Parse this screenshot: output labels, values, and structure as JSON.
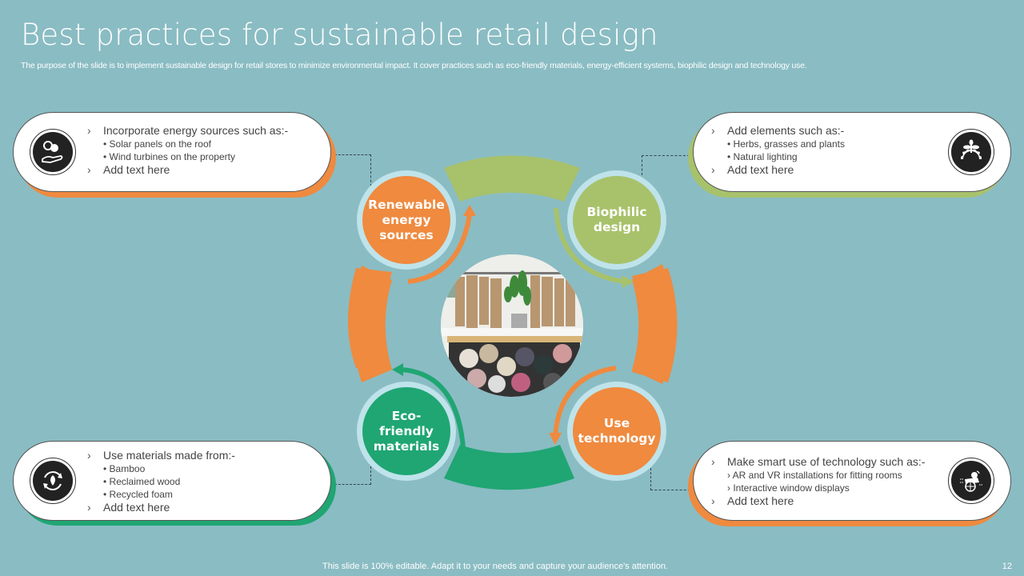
{
  "header": {
    "title": "Best practices for sustainable retail design",
    "subtitle": "The purpose of the slide is to implement sustainable design for retail stores to minimize environmental impact. It cover practices such as eco-friendly materials, energy-efficient systems, biophilic design and technology use."
  },
  "colors": {
    "background": "#8abcc3",
    "orange": "#ef8a3f",
    "light_green": "#a8c26b",
    "green": "#1fa673",
    "ring": "#bfe3ea"
  },
  "nodes": [
    {
      "label": "Renewable energy sources",
      "lines": [
        "Renewable",
        "energy",
        "sources"
      ],
      "color": "#ef8a3f"
    },
    {
      "label": "Biophilic design",
      "lines": [
        "Biophilic",
        "design"
      ],
      "color": "#a8c26b"
    },
    {
      "label": "Eco-friendly materials",
      "lines": [
        "Eco-",
        "friendly",
        "materials"
      ],
      "color": "#1fa673"
    },
    {
      "label": "Use technology",
      "lines": [
        "Use",
        "technology"
      ],
      "color": "#ef8a3f"
    }
  ],
  "cards": {
    "top_left": {
      "icon": "renewable-energy-hand-icon",
      "heading": "Incorporate energy sources such as:-",
      "bullets": [
        "Solar panels on the roof",
        " Wind turbines on the property"
      ],
      "bullet_marker": "•",
      "footer": "Add text here"
    },
    "top_right": {
      "icon": "plant-gear-icon",
      "heading": "Add elements such as:-",
      "bullets": [
        "Herbs, grasses and plants",
        "Natural lighting"
      ],
      "bullet_marker": "•",
      "footer": "Add text here"
    },
    "bottom_left": {
      "icon": "recycle-leaf-icon",
      "heading": "Use materials made from:-",
      "bullets": [
        "Bamboo",
        "Reclaimed wood",
        "Recycled foam"
      ],
      "bullet_marker": "•",
      "footer": "Add text here"
    },
    "bottom_right": {
      "icon": "tech-globe-icon",
      "heading": "Make smart use of technology such as:-",
      "bullets": [
        "AR and VR installations for fitting rooms",
        " Interactive window displays"
      ],
      "bullet_marker": "›",
      "footer": "Add text here"
    }
  },
  "chevron": "›",
  "footer": {
    "text": "This slide is 100% editable. Adapt it to your needs and capture your audience's attention.",
    "page_number": "12"
  }
}
